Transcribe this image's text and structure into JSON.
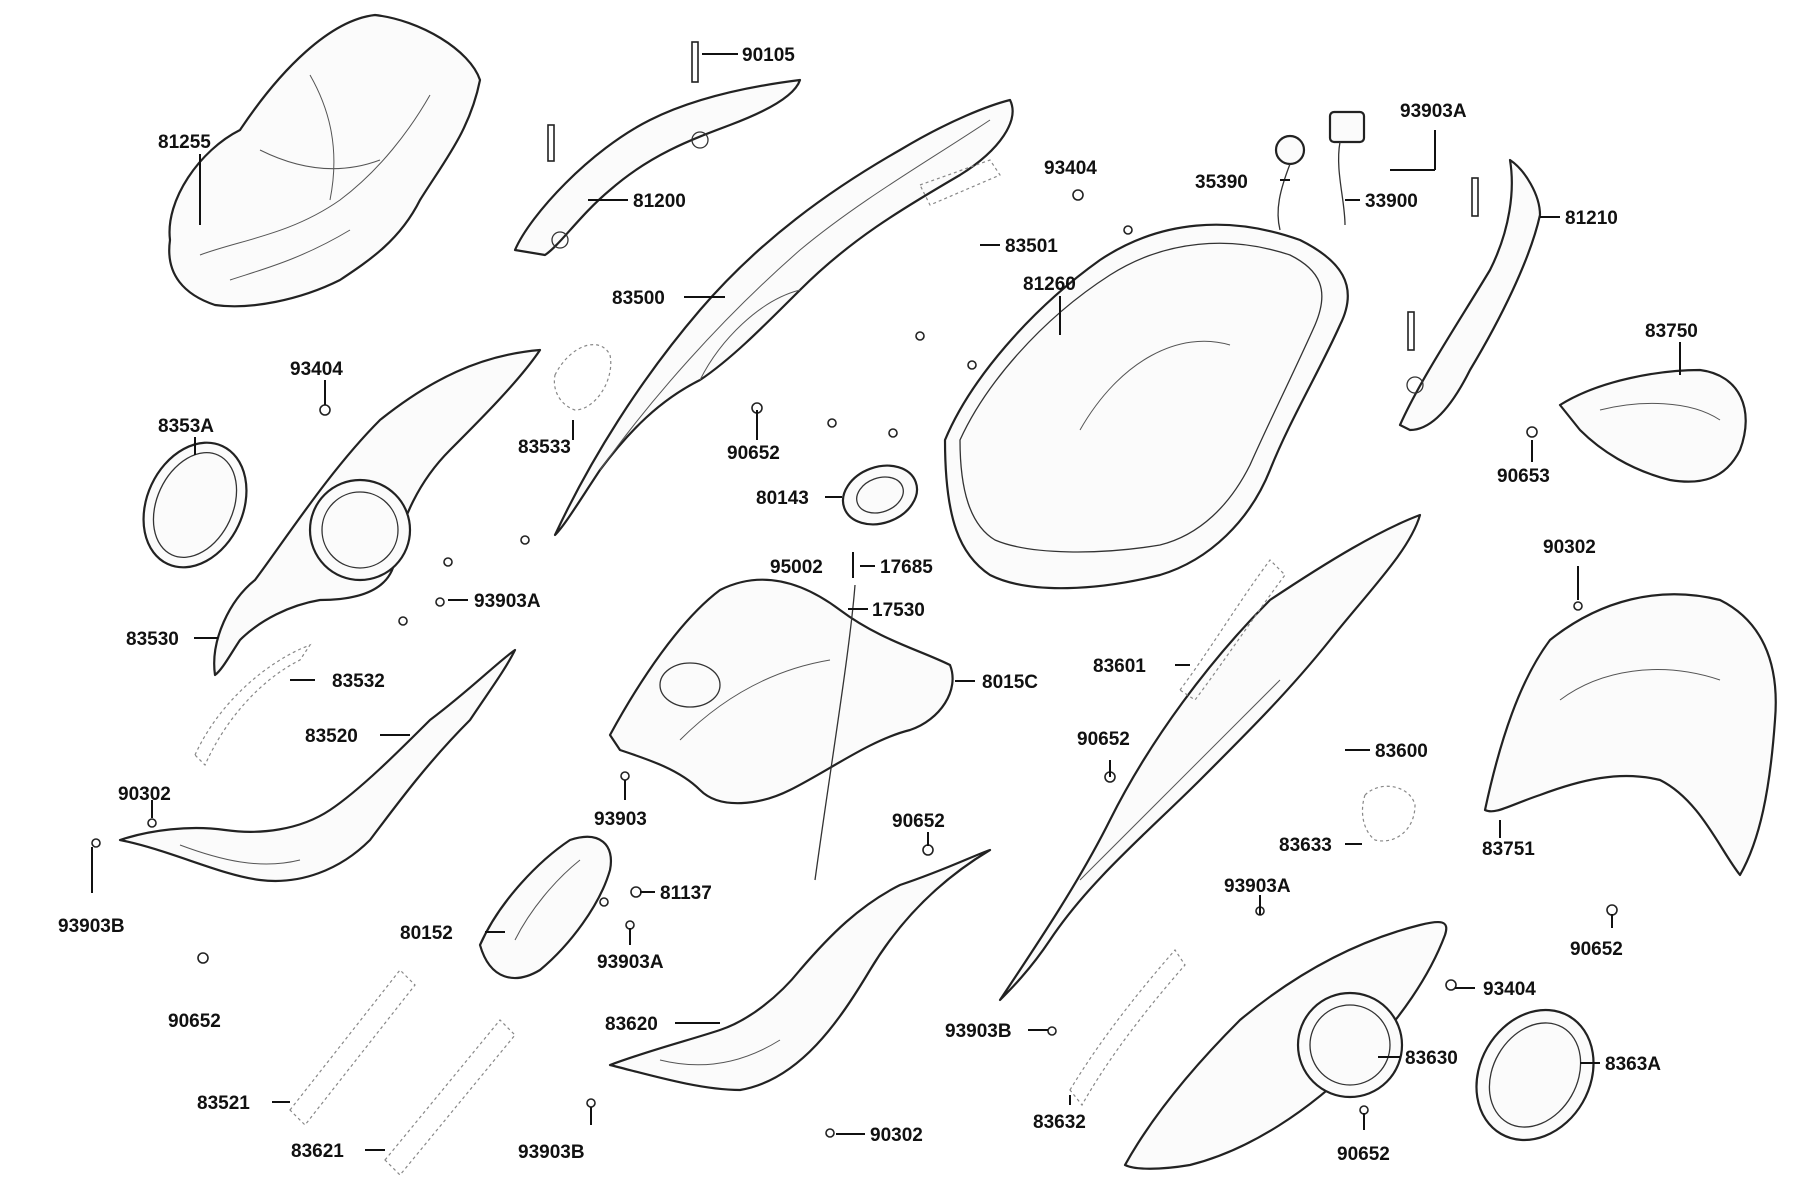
{
  "diagram": {
    "labels": [
      {
        "id": "81255",
        "text": "81255"
      },
      {
        "id": "90105",
        "text": "90105"
      },
      {
        "id": "81200",
        "text": "81200"
      },
      {
        "id": "83501",
        "text": "83501"
      },
      {
        "id": "83500",
        "text": "83500"
      },
      {
        "id": "93404_a",
        "text": "93404"
      },
      {
        "id": "93903A_a",
        "text": "93903A"
      },
      {
        "id": "35390",
        "text": "35390"
      },
      {
        "id": "33900",
        "text": "33900"
      },
      {
        "id": "81210",
        "text": "81210"
      },
      {
        "id": "81260",
        "text": "81260"
      },
      {
        "id": "83750",
        "text": "83750"
      },
      {
        "id": "93404_b",
        "text": "93404"
      },
      {
        "id": "8353A",
        "text": "8353A"
      },
      {
        "id": "83533",
        "text": "83533"
      },
      {
        "id": "90652_a",
        "text": "90652"
      },
      {
        "id": "90653",
        "text": "90653"
      },
      {
        "id": "80143",
        "text": "80143"
      },
      {
        "id": "95002",
        "text": "95002"
      },
      {
        "id": "17685",
        "text": "17685"
      },
      {
        "id": "17530",
        "text": "17530"
      },
      {
        "id": "93903A_b",
        "text": "93903A"
      },
      {
        "id": "90302_a",
        "text": "90302"
      },
      {
        "id": "83530",
        "text": "83530"
      },
      {
        "id": "83532",
        "text": "83532"
      },
      {
        "id": "8015C",
        "text": "8015C"
      },
      {
        "id": "83601",
        "text": "83601"
      },
      {
        "id": "83520",
        "text": "83520"
      },
      {
        "id": "90652_b",
        "text": "90652"
      },
      {
        "id": "83600",
        "text": "83600"
      },
      {
        "id": "90302_b",
        "text": "90302"
      },
      {
        "id": "93903",
        "text": "93903"
      },
      {
        "id": "90652_c",
        "text": "90652"
      },
      {
        "id": "83633",
        "text": "83633"
      },
      {
        "id": "83751",
        "text": "83751"
      },
      {
        "id": "81137",
        "text": "81137"
      },
      {
        "id": "93903A_c",
        "text": "93903A"
      },
      {
        "id": "93903B_a",
        "text": "93903B"
      },
      {
        "id": "80152",
        "text": "80152"
      },
      {
        "id": "93903A_d",
        "text": "93903A"
      },
      {
        "id": "90652_d",
        "text": "90652"
      },
      {
        "id": "90652_e",
        "text": "90652"
      },
      {
        "id": "93404_c",
        "text": "93404"
      },
      {
        "id": "83620",
        "text": "83620"
      },
      {
        "id": "93903B_b",
        "text": "93903B"
      },
      {
        "id": "83630",
        "text": "83630"
      },
      {
        "id": "8363A",
        "text": "8363A"
      },
      {
        "id": "83521",
        "text": "83521"
      },
      {
        "id": "83632",
        "text": "83632"
      },
      {
        "id": "90302_c",
        "text": "90302"
      },
      {
        "id": "83621",
        "text": "83621"
      },
      {
        "id": "93903B_c",
        "text": "93903B"
      },
      {
        "id": "90652_f",
        "text": "90652"
      }
    ]
  }
}
